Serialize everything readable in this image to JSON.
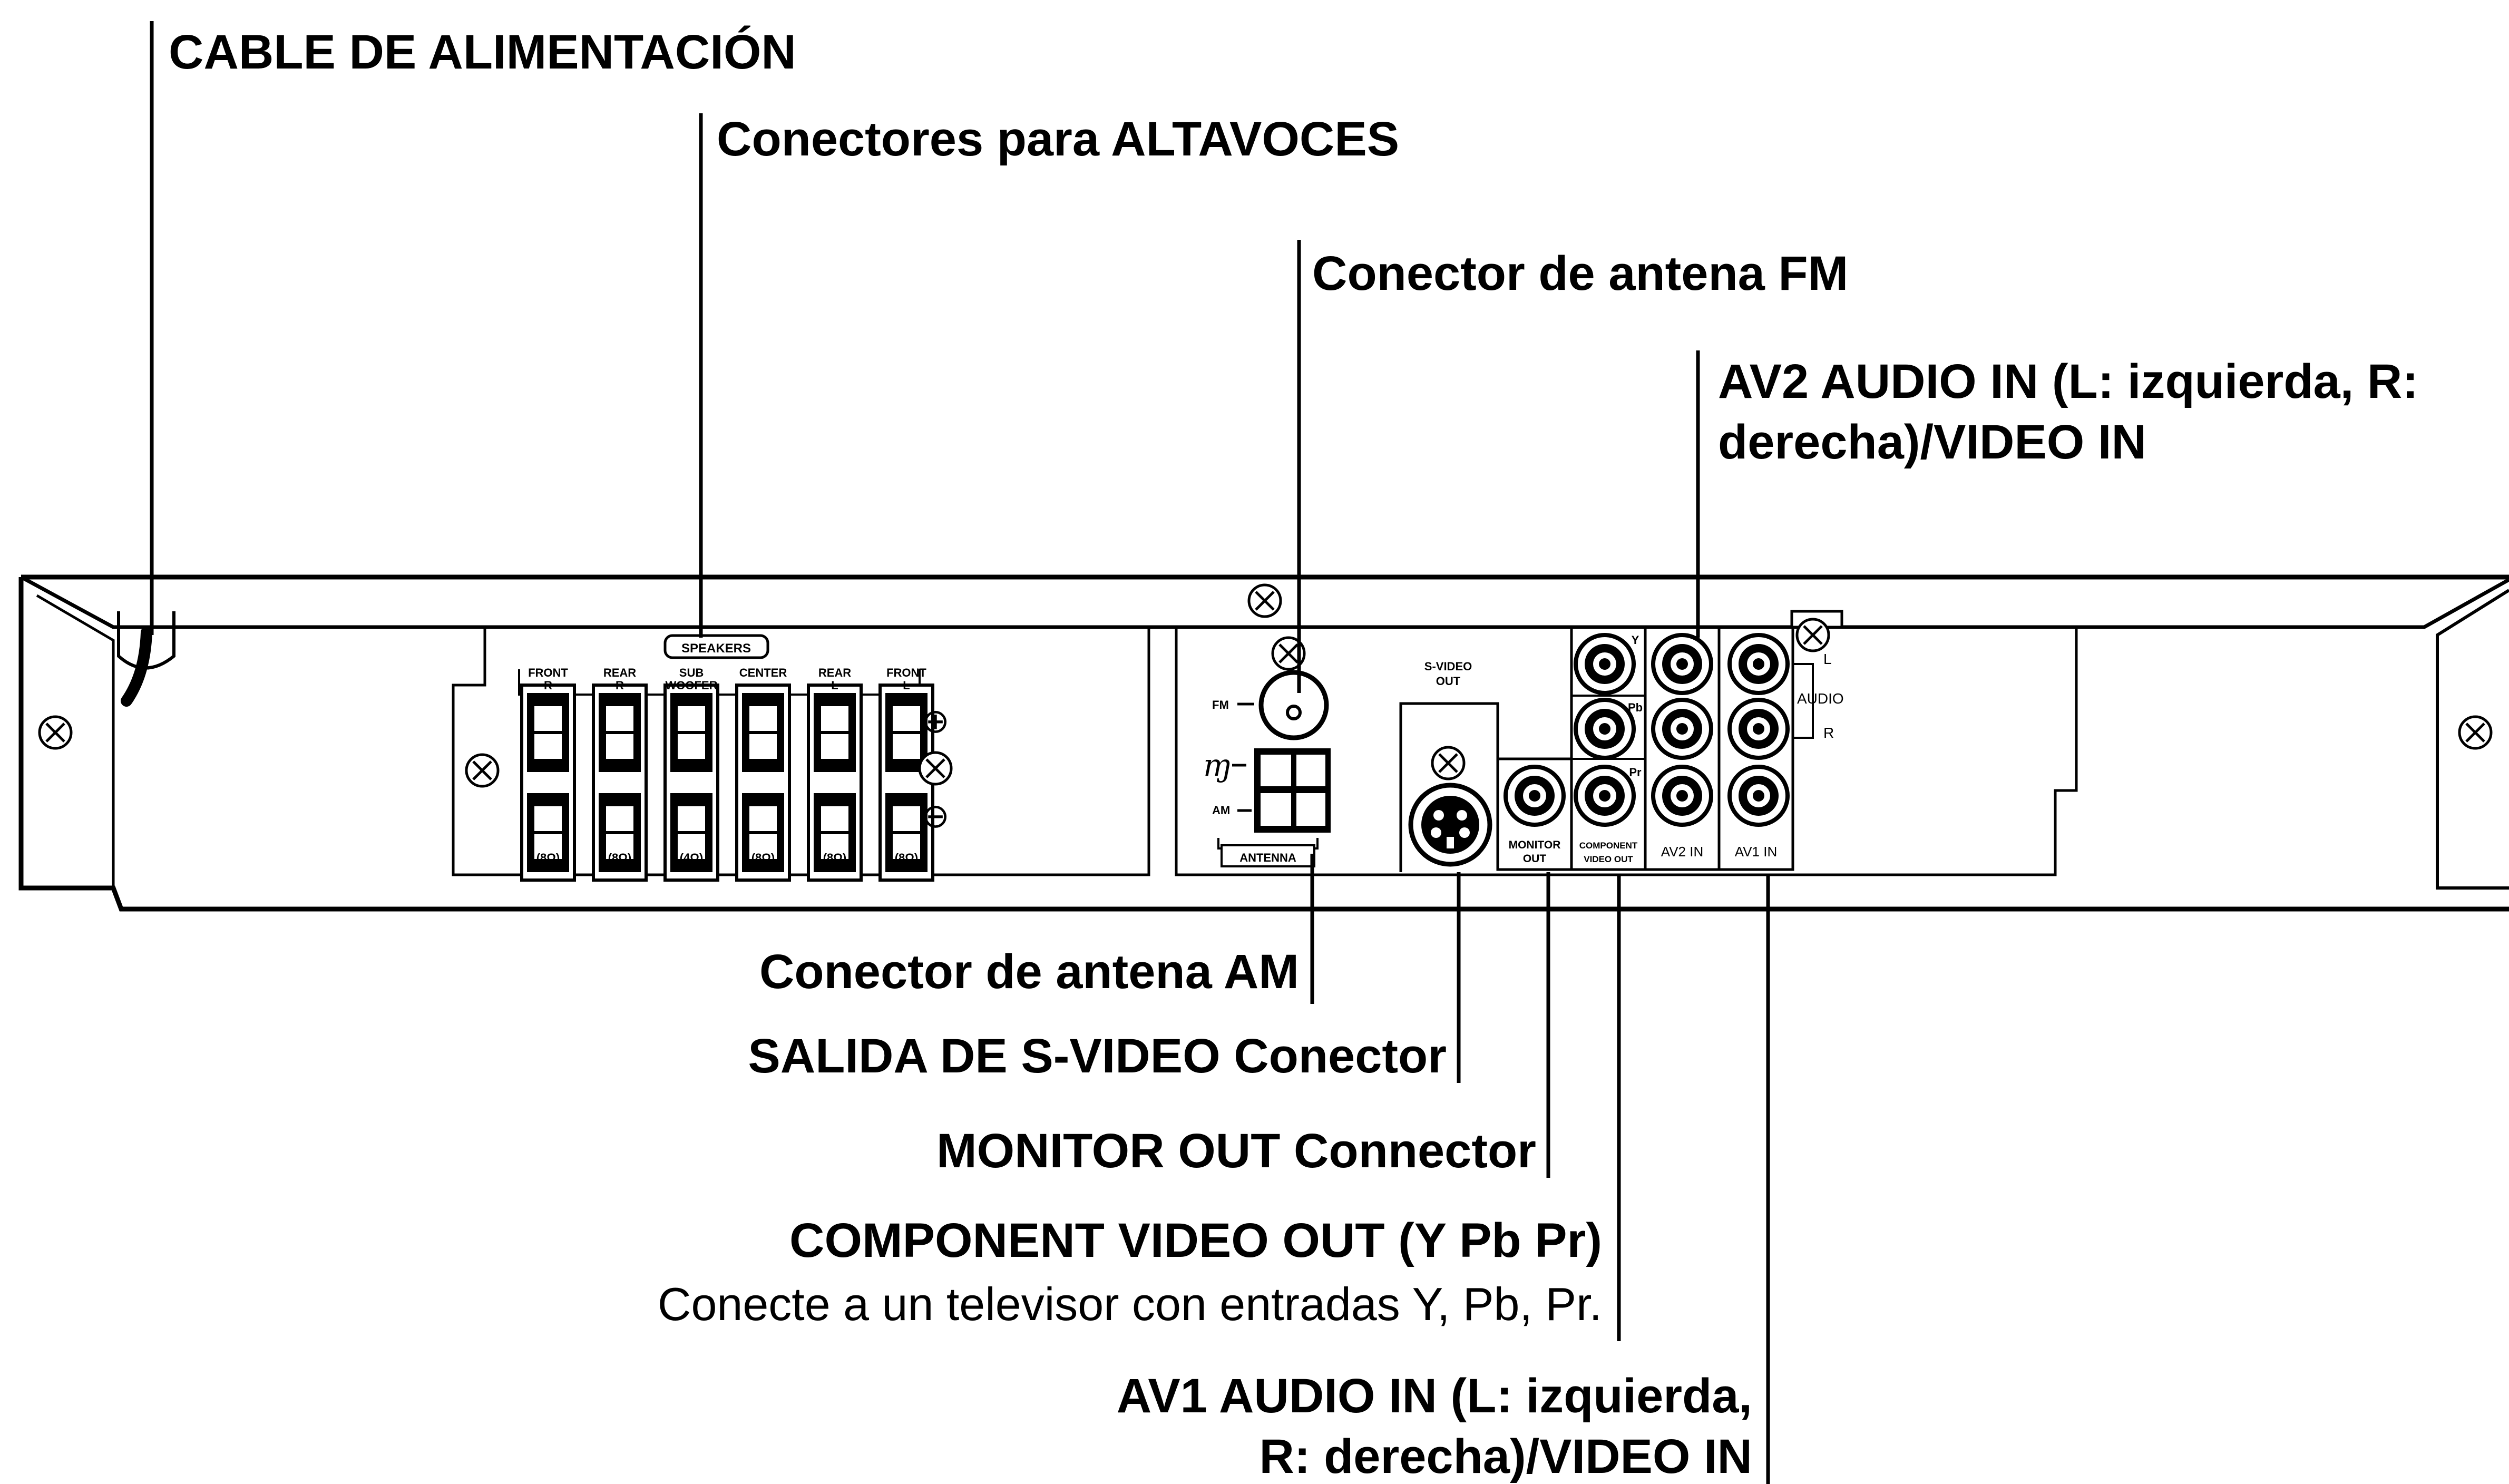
{
  "callouts": {
    "power_cable": "CABLE DE ALIMENTACIÓN",
    "speaker_connectors": "Conectores para ALTAVOCES",
    "fm_antenna": "Conector de antena FM",
    "av2_audio_line1": "AV2 AUDIO IN (L: izquierda, R:",
    "av2_audio_line2": "derecha)/VIDEO IN",
    "am_antenna": "Conector de antena AM",
    "svideo_out": "SALIDA DE S-VIDEO Conector",
    "monitor_out": "MONITOR OUT Connector",
    "component_out": "COMPONENT VIDEO OUT (Y Pb Pr)",
    "component_desc": "Conecte a un televisor con entradas Y, Pb, Pr.",
    "av1_audio_line1": "AV1 AUDIO IN (L: izquierda,",
    "av1_audio_line2": "R: derecha)/VIDEO IN"
  },
  "panel": {
    "speakers_title": "SPEAKERS",
    "speaker_terminals": [
      {
        "line1": "FRONT",
        "line2": "R",
        "impedance": "(8Ω)"
      },
      {
        "line1": "REAR",
        "line2": "R",
        "impedance": "(8Ω)"
      },
      {
        "line1": "SUB",
        "line2": "WOOFER",
        "impedance": "(4Ω)"
      },
      {
        "line1": "CENTER",
        "line2": "",
        "impedance": "(8Ω)"
      },
      {
        "line1": "REAR",
        "line2": "L",
        "impedance": "(8Ω)"
      },
      {
        "line1": "FRONT",
        "line2": "L",
        "impedance": "(8Ω)"
      }
    ],
    "plus_symbol": "⊕",
    "minus_symbol": "⊖",
    "fm_label": "FM",
    "am_label": "AM",
    "antenna_title": "ANTENNA",
    "svideo_line1": "S-VIDEO",
    "svideo_line2": "OUT",
    "monitor_line1": "MONITOR",
    "monitor_line2": "OUT",
    "component_line1": "COMPONENT",
    "component_line2": "VIDEO OUT",
    "y_label": "Y",
    "pb_label": "Pb",
    "pr_label": "Pr",
    "av2_label": "AV2 IN",
    "av1_label": "AV1 IN",
    "audio_label": "AUDIO",
    "l_label": "L",
    "r_label": "R"
  }
}
